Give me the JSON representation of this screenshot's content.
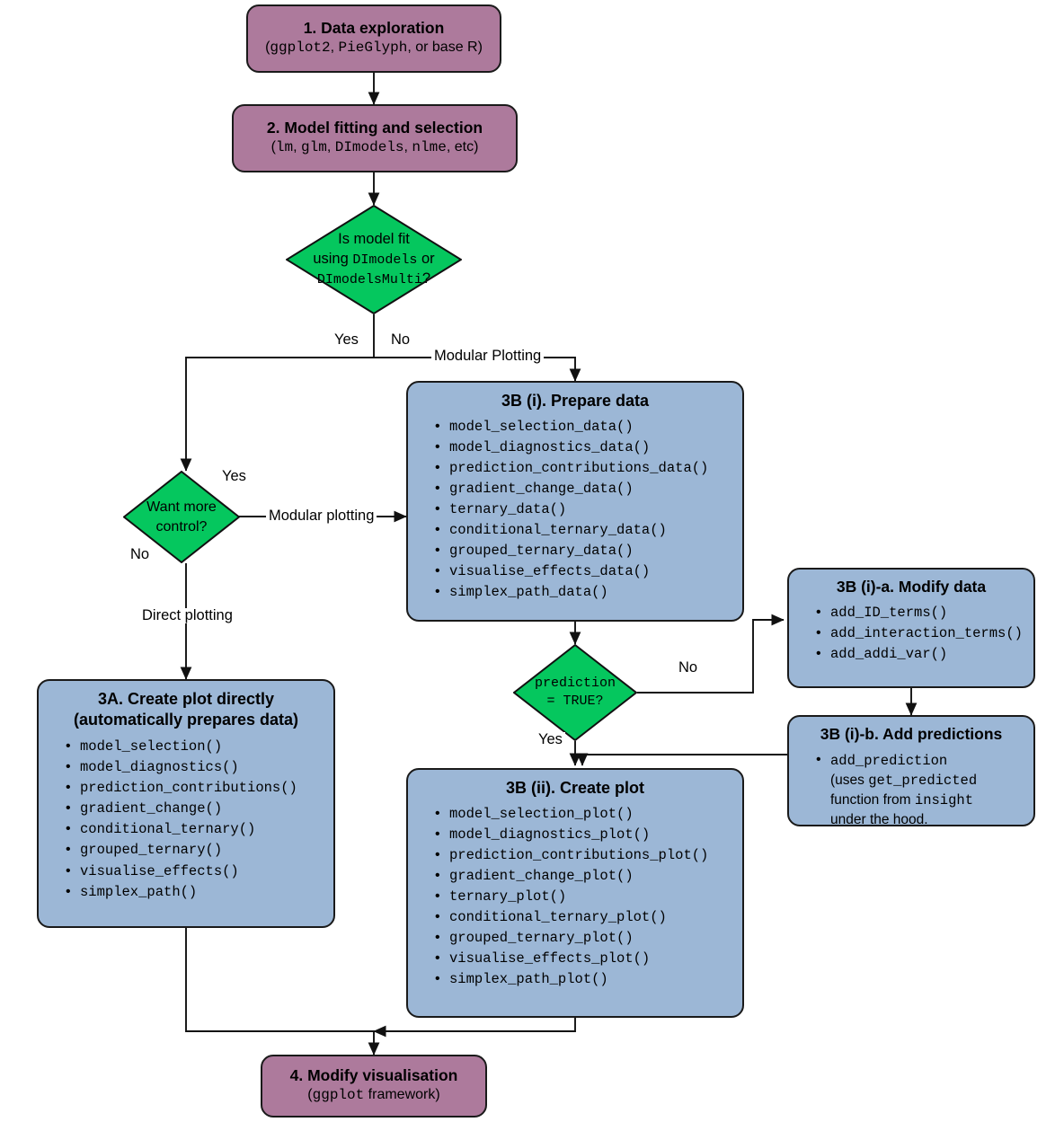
{
  "diagram": {
    "title": "DImodelsVis workflow flowchart",
    "colors": {
      "purple_fill": "#ad7a9c",
      "blue_fill": "#9cb7d6",
      "green_fill": "#05c75e",
      "stroke": "#1a1a1a"
    }
  },
  "nodes": {
    "step1": {
      "title": "1. Data exploration",
      "sub_parts": [
        "(",
        "ggplot2",
        ", ",
        "PieGlyph",
        ", or base R)"
      ],
      "sub_plain": "(ggplot2, PieGlyph, or base R)"
    },
    "step2": {
      "title": "2. Model fitting and selection",
      "sub_parts": [
        "(",
        "lm",
        ", ",
        "glm",
        ", ",
        "DImodels",
        ", ",
        "nlme",
        ", etc)"
      ],
      "sub_plain": "(lm, glm, DImodels, nlme, etc)"
    },
    "decision_model_fit": {
      "line1": "Is model fit",
      "line2_a": "using ",
      "line2_mono": "DImodels",
      "line2_b": " or",
      "line3_mono": "DImodelsMulti",
      "line3_b": "?",
      "plain": "Is model fit using DImodels or DImodelsMulti?"
    },
    "decision_more_control": {
      "line1": "Want more",
      "line2": "control?",
      "plain": "Want more control?"
    },
    "decision_prediction": {
      "line1": "prediction",
      "line2": "= TRUE?",
      "plain": "prediction = TRUE?"
    },
    "step3a": {
      "title_line1": "3A. Create plot directly",
      "title_line2": "(automatically prepares data)",
      "items": [
        "model_selection()",
        "model_diagnostics()",
        "prediction_contributions()",
        "gradient_change()",
        "conditional_ternary()",
        "grouped_ternary()",
        "visualise_effects()",
        "simplex_path()"
      ]
    },
    "step3bi": {
      "title": "3B (i). Prepare data",
      "items": [
        "model_selection_data()",
        "model_diagnostics_data()",
        "prediction_contributions_data()",
        "gradient_change_data()",
        "ternary_data()",
        "conditional_ternary_data()",
        "grouped_ternary_data()",
        "visualise_effects_data()",
        "simplex_path_data()"
      ]
    },
    "step3bii": {
      "title": "3B (ii). Create plot",
      "items": [
        "model_selection_plot()",
        "model_diagnostics_plot()",
        "prediction_contributions_plot()",
        "gradient_change_plot()",
        "ternary_plot()",
        "conditional_ternary_plot()",
        "grouped_ternary_plot()",
        "visualise_effects_plot()",
        "simplex_path_plot()"
      ]
    },
    "step3bia": {
      "title": "3B (i)-a. Modify data",
      "items": [
        "add_ID_terms()",
        "add_interaction_terms()",
        "add_addi_var()"
      ]
    },
    "step3bib": {
      "title": "3B (i)-b. Add predictions",
      "item_line1": "add_prediction",
      "item_line2_a": "(uses ",
      "item_line2_mono": "get_predicted",
      "item_line3_a": "function from ",
      "item_line3_mono": "insight",
      "item_line4": "under the hood.",
      "plain": "add_prediction (uses get_predicted function from insight under the hood."
    },
    "step4": {
      "title": "4. Modify visualisation",
      "sub_parts": [
        "(",
        "ggplot",
        " framework)"
      ],
      "sub_plain": "(ggplot framework)"
    }
  },
  "edge_labels": {
    "yes_model_fit": "Yes",
    "no_model_fit": "No",
    "modular_plotting_cap": "Modular Plotting",
    "yes_control": "Yes",
    "no_control": "No",
    "modular_plotting": "Modular plotting",
    "direct_plotting": "Direct plotting",
    "no_prediction": "No",
    "yes_prediction": "Yes"
  }
}
